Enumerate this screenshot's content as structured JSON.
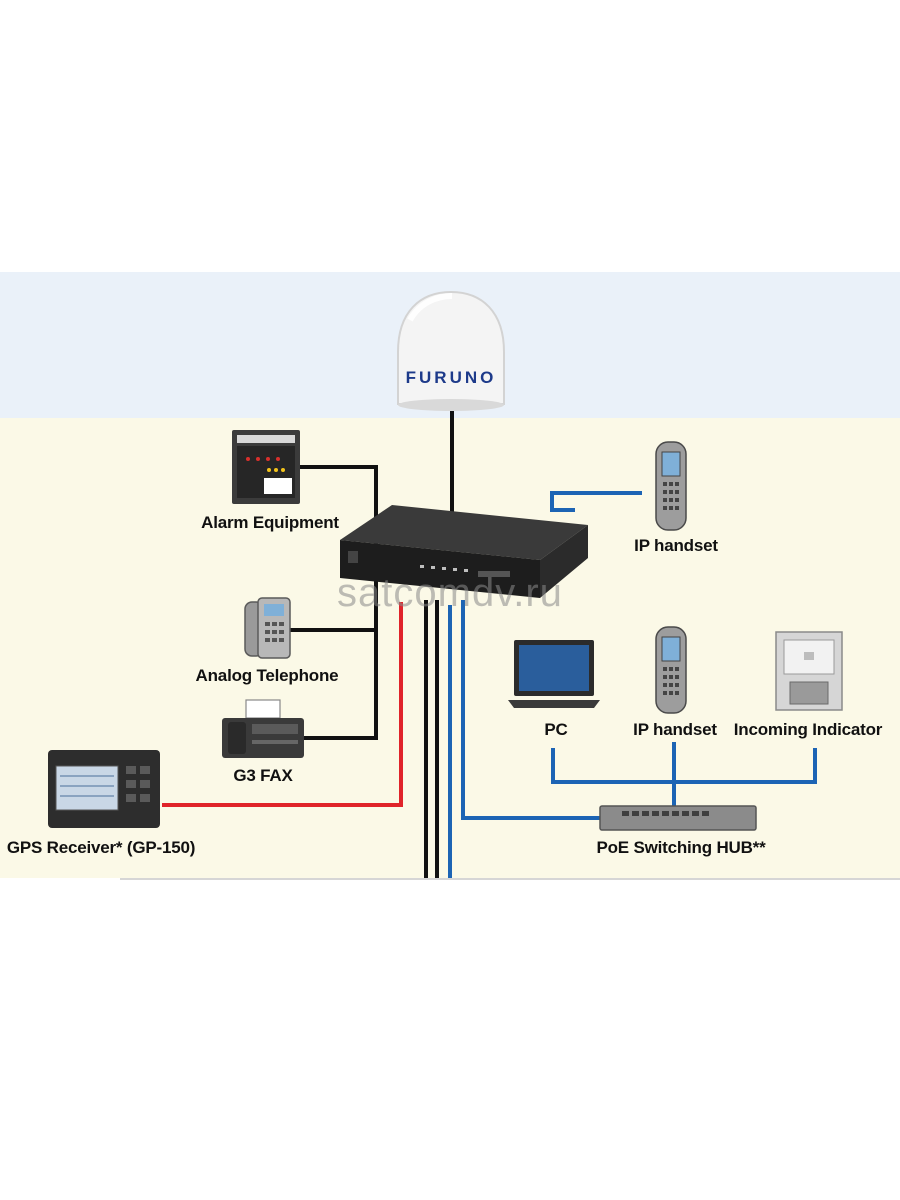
{
  "antenna": {
    "brand": "FURUNO"
  },
  "labels": {
    "alarm": "Alarm Equipment",
    "analog": "Analog Telephone",
    "fax": "G3 FAX",
    "gps": "GPS Receiver* (GP-150)",
    "ip_top": "IP handset",
    "pc": "PC",
    "ip_bottom": "IP handset",
    "incoming": "Incoming Indicator",
    "hub": "PoE Switching HUB**"
  },
  "watermark": "satcomdv.ru",
  "colors": {
    "sky": "#eaf1f9",
    "deck": "#fbf9e7",
    "cable_black": "#111111",
    "cable_red": "#e0242a",
    "cable_blue": "#1c64b4"
  }
}
